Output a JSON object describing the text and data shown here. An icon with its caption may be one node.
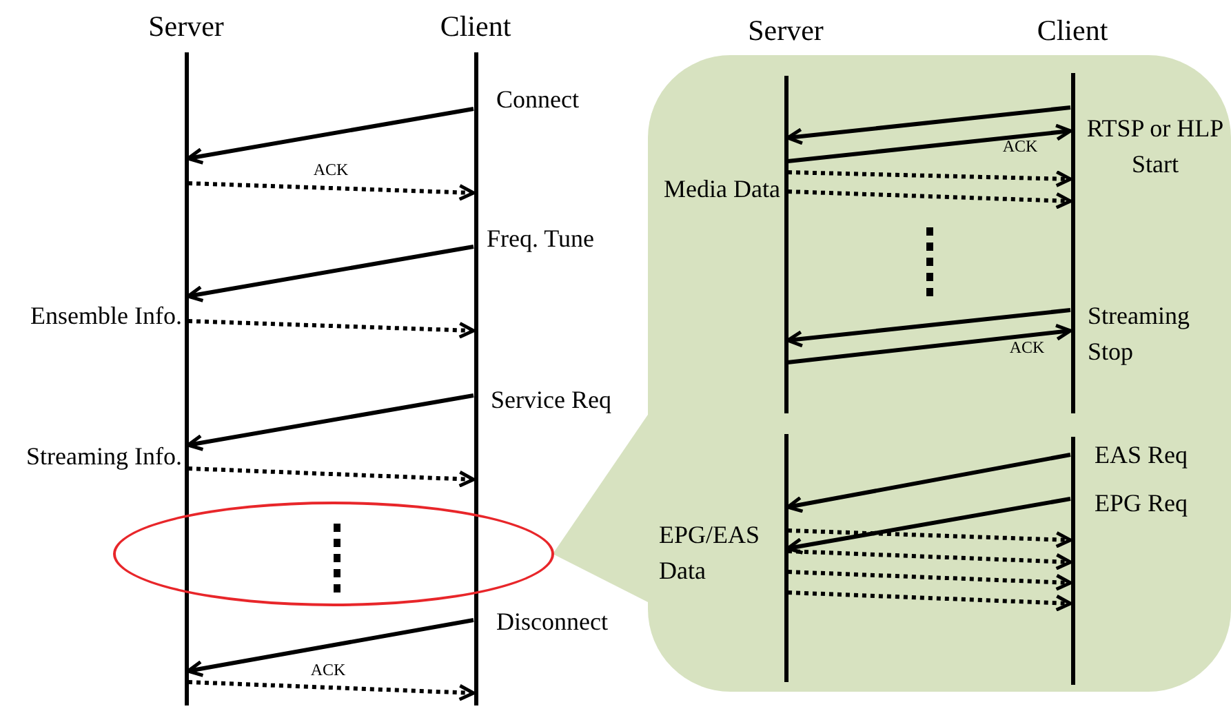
{
  "diagram": {
    "nodes": [
      {
        "text": [
          "Server"
        ]
      },
      {
        "text": [
          "Client"
        ]
      },
      {
        "text": [],
        "shape": "circle"
      },
      {
        "text": [],
        "shape": "box"
      },
      {
        "text": [
          "Server"
        ],
        "in": 3
      },
      {
        "text": [
          "Client"
        ],
        "in": 3
      },
      {
        "text": [],
        "shape": "bar",
        "in": 3
      },
      {
        "text": [],
        "shape": "bar",
        "in": 3
      }
    ],
    "edges": [
      {
        "from": 1,
        "to": 0,
        "arrow": "to",
        "label": "Connect"
      },
      {
        "from": 0,
        "to": 1,
        "arrow": "to",
        "label": "ACK",
        "style": "dashed"
      },
      {
        "from": 1,
        "to": 0,
        "arrow": "to",
        "label": "Freq. Tune"
      },
      {
        "from": 0,
        "to": 1,
        "arrow": "to",
        "label": "Ensemble Info.",
        "style": "dashed"
      },
      {
        "from": 1,
        "to": 0,
        "arrow": "to",
        "label": "Service Req"
      },
      {
        "from": 0,
        "to": 1,
        "arrow": "to",
        "label": "Streaming Info.",
        "style": "dashed"
      },
      {
        "from": 1,
        "to": 0,
        "arrow": "to",
        "label": "Disconnect"
      },
      {
        "from": 0,
        "to": 1,
        "arrow": "to",
        "label": "ACK",
        "style": "dashed"
      },
      {
        "from": 2,
        "to": 3,
        "arrow": "none",
        "color": "#d7e2c0"
      },
      {
        "from": 5,
        "to": 4,
        "arrow": "to",
        "label": "RTSP or HLP Start"
      },
      {
        "from": 4,
        "to": 5,
        "arrow": "to",
        "label": "ACK"
      },
      {
        "from": 4,
        "to": 5,
        "arrow": "to",
        "label": "Media Data",
        "style": "dashed"
      },
      {
        "from": 4,
        "to": 5,
        "arrow": "to",
        "style": "dashed"
      },
      {
        "from": 5,
        "to": 4,
        "arrow": "to",
        "label": "Streaming Stop"
      },
      {
        "from": 4,
        "to": 5,
        "arrow": "to",
        "label": "ACK"
      },
      {
        "from": 7,
        "to": 6,
        "arrow": "to",
        "label": "EAS Req"
      },
      {
        "from": 7,
        "to": 6,
        "arrow": "to",
        "label": "EPG Req"
      },
      {
        "from": 6,
        "to": 7,
        "arrow": "to",
        "label": "EPG/EAS Data",
        "style": "dashed"
      },
      {
        "from": 6,
        "to": 7,
        "arrow": "to",
        "style": "dashed"
      },
      {
        "from": 6,
        "to": 7,
        "arrow": "to",
        "style": "dashed"
      },
      {
        "from": 6,
        "to": 7,
        "arrow": "to",
        "style": "dashed"
      }
    ]
  }
}
